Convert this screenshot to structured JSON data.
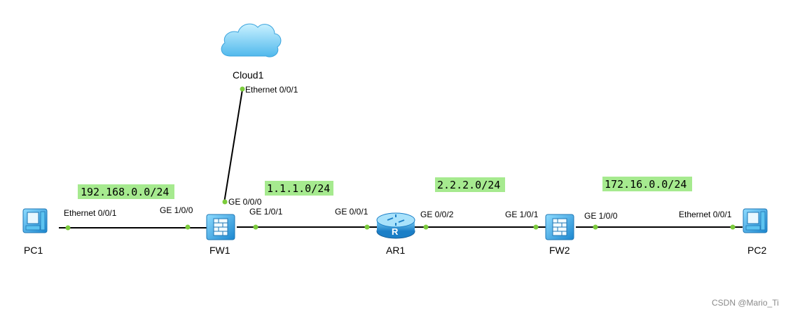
{
  "devices": {
    "cloud1": "Cloud1",
    "pc1": "PC1",
    "fw1": "FW1",
    "ar1": "AR1",
    "fw2": "FW2",
    "pc2": "PC2"
  },
  "ports": {
    "cloud1_eth": "Ethernet 0/0/1",
    "fw1_ge000": "GE 0/0/0",
    "pc1_eth": "Ethernet 0/0/1",
    "fw1_ge100": "GE 1/0/0",
    "fw1_ge101": "GE 1/0/1",
    "ar1_ge001": "GE 0/0/1",
    "ar1_ge002": "GE 0/0/2",
    "fw2_ge101": "GE 1/0/1",
    "fw2_ge100": "GE 1/0/0",
    "pc2_eth": "Ethernet 0/0/1"
  },
  "networks": {
    "net1": "192.168.0.0/24",
    "net2": "1.1.1.0/24",
    "net3": "2.2.2.0/24",
    "net4": "172.16.0.0/24"
  },
  "watermark": "CSDN @Mario_Ti",
  "colors": {
    "port_dot": "#7ccc3c",
    "network_label_bg": "#a6ea8f",
    "device_blue": "#2a9fe0"
  }
}
